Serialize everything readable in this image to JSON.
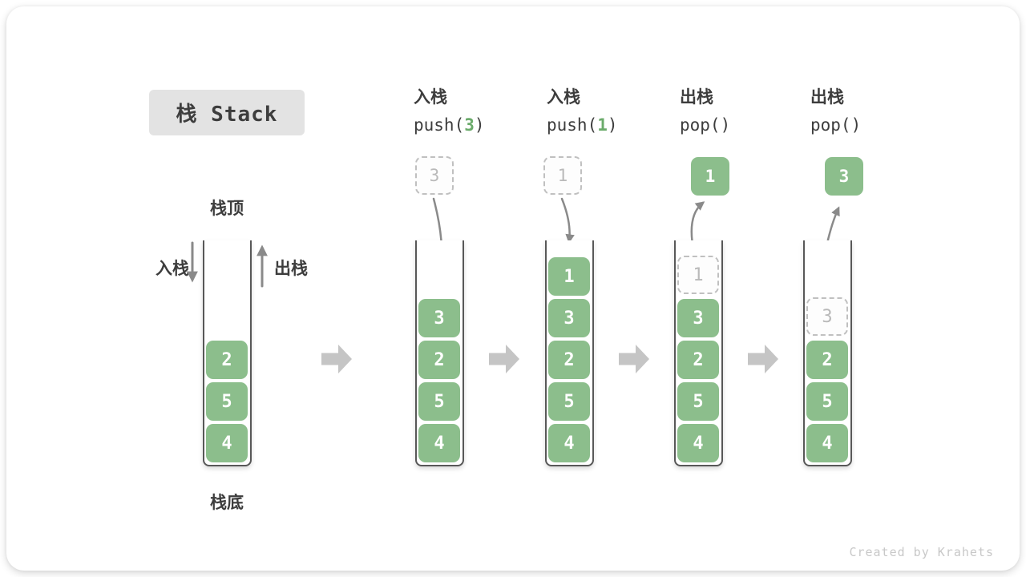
{
  "title": "栈 Stack",
  "watermark": "Created by Krahets",
  "labels": {
    "stack_top": "栈顶",
    "stack_bottom": "栈底",
    "push": "入栈",
    "pop": "出栈"
  },
  "colors": {
    "green": "#8cbe8c",
    "green-text": "#6bab6b",
    "arrow": "#8a8a8a",
    "block-arrow": "#c5c5c5",
    "text": "#3d3d3d",
    "ghost": "#b9b9b9"
  },
  "operations": {
    "push3": {
      "label": "入栈",
      "code_fn": "push(",
      "code_arg": "3",
      "code_close": ")"
    },
    "push1": {
      "label": "入栈",
      "code_fn": "push(",
      "code_arg": "1",
      "code_close": ")"
    },
    "pop1": {
      "label": "出栈",
      "code_fn": "pop(",
      "code_arg": "",
      "code_close": ")"
    },
    "pop2": {
      "label": "出栈",
      "code_fn": "pop(",
      "code_arg": "",
      "code_close": ")"
    }
  },
  "floating": {
    "push3": "3",
    "push1": "1",
    "pop1": "1",
    "pop2": "3"
  },
  "stacks": {
    "initial": {
      "items": [
        "2",
        "5",
        "4"
      ]
    },
    "after_push3": {
      "items": [
        "3",
        "2",
        "5",
        "4"
      ]
    },
    "after_push1": {
      "items": [
        "1",
        "3",
        "2",
        "5",
        "4"
      ]
    },
    "after_pop1": {
      "ghost": "1",
      "items": [
        "3",
        "2",
        "5",
        "4"
      ]
    },
    "after_pop2": {
      "ghost": "3",
      "items": [
        "2",
        "5",
        "4"
      ]
    }
  }
}
